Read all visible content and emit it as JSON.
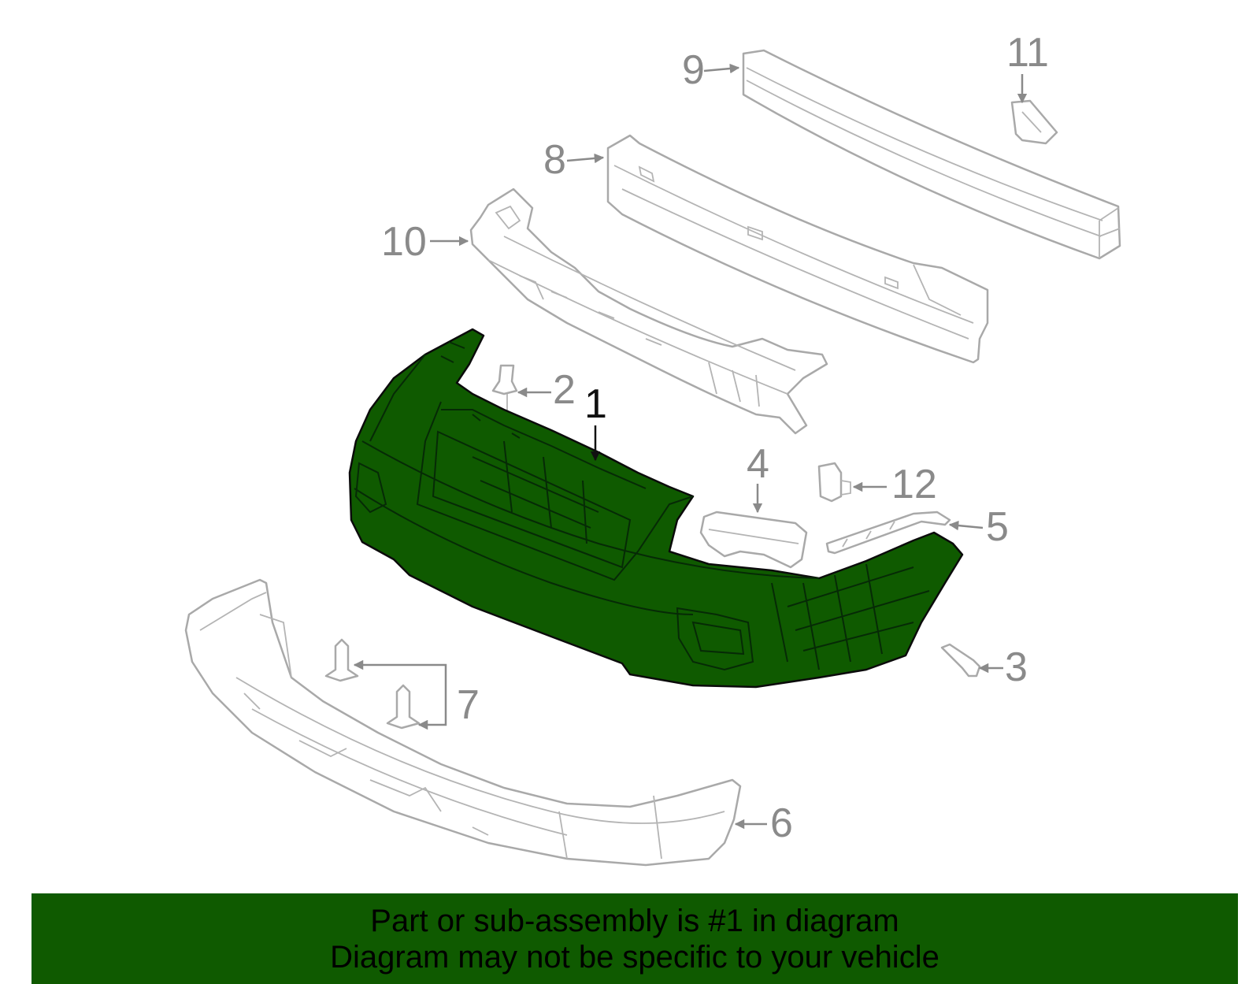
{
  "diagram": {
    "highlight_color": "#0f5a00",
    "part_line_color": "#a9a9a9",
    "callouts": [
      {
        "id": "1",
        "label": "1",
        "active": true
      },
      {
        "id": "2",
        "label": "2",
        "active": false
      },
      {
        "id": "3",
        "label": "3",
        "active": false
      },
      {
        "id": "4",
        "label": "4",
        "active": false
      },
      {
        "id": "5",
        "label": "5",
        "active": false
      },
      {
        "id": "6",
        "label": "6",
        "active": false
      },
      {
        "id": "7",
        "label": "7",
        "active": false
      },
      {
        "id": "8",
        "label": "8",
        "active": false
      },
      {
        "id": "9",
        "label": "9",
        "active": false
      },
      {
        "id": "10",
        "label": "10",
        "active": false
      },
      {
        "id": "11",
        "label": "11",
        "active": false
      },
      {
        "id": "12",
        "label": "12",
        "active": false
      }
    ]
  },
  "banner": {
    "background": "#0f5a00",
    "line1": "Part or sub-assembly is #1 in diagram",
    "line2": "Diagram may not be specific to your vehicle"
  }
}
